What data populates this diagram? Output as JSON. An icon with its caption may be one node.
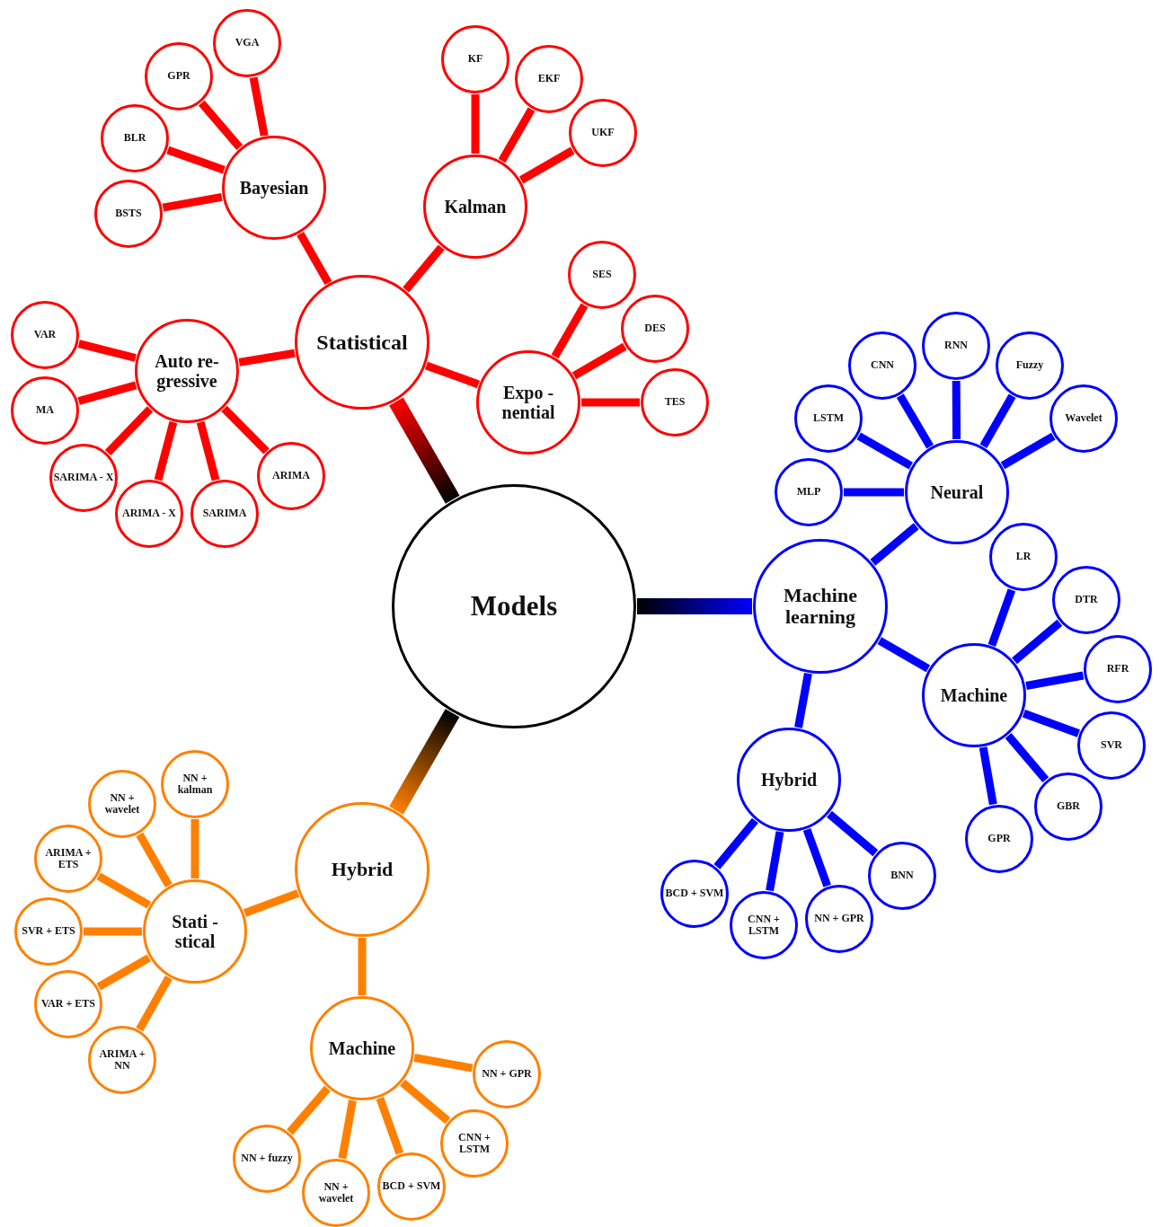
{
  "diagram": {
    "nodes": [
      {
        "text": [
          "Models"
        ]
      },
      {
        "text": [
          "Statistical"
        ]
      },
      {
        "text": [
          "Bayesian"
        ]
      },
      {
        "text": [
          "VGA"
        ]
      },
      {
        "text": [
          "GPR"
        ]
      },
      {
        "text": [
          "BLR"
        ]
      },
      {
        "text": [
          "BSTS"
        ]
      },
      {
        "text": [
          "Kalman"
        ]
      },
      {
        "text": [
          "KF"
        ]
      },
      {
        "text": [
          "EKF"
        ]
      },
      {
        "text": [
          "UKF"
        ]
      },
      {
        "text": [
          "Auto re- gressive"
        ]
      },
      {
        "text": [
          "VAR"
        ]
      },
      {
        "text": [
          "MA"
        ]
      },
      {
        "text": [
          "SARIMA - X"
        ]
      },
      {
        "text": [
          "ARIMA - X"
        ]
      },
      {
        "text": [
          "SARIMA"
        ]
      },
      {
        "text": [
          "ARIMA"
        ]
      },
      {
        "text": [
          "Expo - nential"
        ]
      },
      {
        "text": [
          "SES"
        ]
      },
      {
        "text": [
          "DES"
        ]
      },
      {
        "text": [
          "TES"
        ]
      },
      {
        "text": [
          "Machine learning"
        ]
      },
      {
        "text": [
          "Neural"
        ]
      },
      {
        "text": [
          "MLP"
        ]
      },
      {
        "text": [
          "LSTM"
        ]
      },
      {
        "text": [
          "CNN"
        ]
      },
      {
        "text": [
          "RNN"
        ]
      },
      {
        "text": [
          "Fuzzy"
        ]
      },
      {
        "text": [
          "Wavelet"
        ]
      },
      {
        "text": [
          "Machine"
        ]
      },
      {
        "text": [
          "LR"
        ]
      },
      {
        "text": [
          "DTR"
        ]
      },
      {
        "text": [
          "RFR"
        ]
      },
      {
        "text": [
          "SVR"
        ]
      },
      {
        "text": [
          "GBR"
        ]
      },
      {
        "text": [
          "GPR"
        ]
      },
      {
        "text": [
          "Hybrid"
        ]
      },
      {
        "text": [
          "BCD + SVM"
        ]
      },
      {
        "text": [
          "CNN + LSTM"
        ]
      },
      {
        "text": [
          "NN + GPR"
        ]
      },
      {
        "text": [
          "BNN"
        ]
      },
      {
        "text": [
          "Hybrid"
        ]
      },
      {
        "text": [
          "Stati - stical"
        ]
      },
      {
        "text": [
          "NN + kalman"
        ]
      },
      {
        "text": [
          "NN + wavelet"
        ]
      },
      {
        "text": [
          "ARIMA + ETS"
        ]
      },
      {
        "text": [
          "SVR + ETS"
        ]
      },
      {
        "text": [
          "VAR + ETS"
        ]
      },
      {
        "text": [
          "ARIMA + NN"
        ]
      },
      {
        "text": [
          "Machine"
        ]
      },
      {
        "text": [
          "NN + GPR"
        ]
      },
      {
        "text": [
          "CNN + LSTM"
        ]
      },
      {
        "text": [
          "BCD + SVM"
        ]
      },
      {
        "text": [
          "NN + wavelet"
        ]
      },
      {
        "text": [
          "NN + fuzzy"
        ]
      }
    ],
    "edges": [
      {
        "from": 0,
        "to": 1,
        "arrow": "none",
        "style": "thick",
        "color": "#ff0000"
      },
      {
        "from": 1,
        "to": 2,
        "arrow": "none",
        "color": "#ff0000"
      },
      {
        "from": 2,
        "to": 3,
        "arrow": "none",
        "color": "#ff0000"
      },
      {
        "from": 2,
        "to": 4,
        "arrow": "none",
        "color": "#ff0000"
      },
      {
        "from": 2,
        "to": 5,
        "arrow": "none",
        "color": "#ff0000"
      },
      {
        "from": 2,
        "to": 6,
        "arrow": "none",
        "color": "#ff0000"
      },
      {
        "from": 1,
        "to": 7,
        "arrow": "none",
        "color": "#ff0000"
      },
      {
        "from": 7,
        "to": 8,
        "arrow": "none",
        "color": "#ff0000"
      },
      {
        "from": 7,
        "to": 9,
        "arrow": "none",
        "color": "#ff0000"
      },
      {
        "from": 7,
        "to": 10,
        "arrow": "none",
        "color": "#ff0000"
      },
      {
        "from": 1,
        "to": 11,
        "arrow": "none",
        "color": "#ff0000"
      },
      {
        "from": 11,
        "to": 12,
        "arrow": "none",
        "color": "#ff0000"
      },
      {
        "from": 11,
        "to": 13,
        "arrow": "none",
        "color": "#ff0000"
      },
      {
        "from": 11,
        "to": 14,
        "arrow": "none",
        "color": "#ff0000"
      },
      {
        "from": 11,
        "to": 15,
        "arrow": "none",
        "color": "#ff0000"
      },
      {
        "from": 11,
        "to": 16,
        "arrow": "none",
        "color": "#ff0000"
      },
      {
        "from": 11,
        "to": 17,
        "arrow": "none",
        "color": "#ff0000"
      },
      {
        "from": 1,
        "to": 18,
        "arrow": "none",
        "color": "#ff0000"
      },
      {
        "from": 18,
        "to": 19,
        "arrow": "none",
        "color": "#ff0000"
      },
      {
        "from": 18,
        "to": 20,
        "arrow": "none",
        "color": "#ff0000"
      },
      {
        "from": 18,
        "to": 21,
        "arrow": "none",
        "color": "#ff0000"
      },
      {
        "from": 0,
        "to": 22,
        "arrow": "none",
        "style": "thick",
        "color": "#0000ff"
      },
      {
        "from": 22,
        "to": 23,
        "arrow": "none",
        "color": "#0000ff"
      },
      {
        "from": 23,
        "to": 24,
        "arrow": "none",
        "color": "#0000ff"
      },
      {
        "from": 23,
        "to": 25,
        "arrow": "none",
        "color": "#0000ff"
      },
      {
        "from": 23,
        "to": 26,
        "arrow": "none",
        "color": "#0000ff"
      },
      {
        "from": 23,
        "to": 27,
        "arrow": "none",
        "color": "#0000ff"
      },
      {
        "from": 23,
        "to": 28,
        "arrow": "none",
        "color": "#0000ff"
      },
      {
        "from": 23,
        "to": 29,
        "arrow": "none",
        "color": "#0000ff"
      },
      {
        "from": 22,
        "to": 30,
        "arrow": "none",
        "color": "#0000ff"
      },
      {
        "from": 30,
        "to": 31,
        "arrow": "none",
        "color": "#0000ff"
      },
      {
        "from": 30,
        "to": 32,
        "arrow": "none",
        "color": "#0000ff"
      },
      {
        "from": 30,
        "to": 33,
        "arrow": "none",
        "color": "#0000ff"
      },
      {
        "from": 30,
        "to": 34,
        "arrow": "none",
        "color": "#0000ff"
      },
      {
        "from": 30,
        "to": 35,
        "arrow": "none",
        "color": "#0000ff"
      },
      {
        "from": 30,
        "to": 36,
        "arrow": "none",
        "color": "#0000ff"
      },
      {
        "from": 22,
        "to": 37,
        "arrow": "none",
        "color": "#0000ff"
      },
      {
        "from": 37,
        "to": 38,
        "arrow": "none",
        "color": "#0000ff"
      },
      {
        "from": 37,
        "to": 39,
        "arrow": "none",
        "color": "#0000ff"
      },
      {
        "from": 37,
        "to": 40,
        "arrow": "none",
        "color": "#0000ff"
      },
      {
        "from": 37,
        "to": 41,
        "arrow": "none",
        "color": "#0000ff"
      },
      {
        "from": 0,
        "to": 42,
        "arrow": "none",
        "style": "thick",
        "color": "#ff8000"
      },
      {
        "from": 42,
        "to": 43,
        "arrow": "none",
        "color": "#ff8000"
      },
      {
        "from": 43,
        "to": 44,
        "arrow": "none",
        "color": "#ff8000"
      },
      {
        "from": 43,
        "to": 45,
        "arrow": "none",
        "color": "#ff8000"
      },
      {
        "from": 43,
        "to": 46,
        "arrow": "none",
        "color": "#ff8000"
      },
      {
        "from": 43,
        "to": 47,
        "arrow": "none",
        "color": "#ff8000"
      },
      {
        "from": 43,
        "to": 48,
        "arrow": "none",
        "color": "#ff8000"
      },
      {
        "from": 43,
        "to": 49,
        "arrow": "none",
        "color": "#ff8000"
      },
      {
        "from": 42,
        "to": 50,
        "arrow": "none",
        "color": "#ff8000"
      },
      {
        "from": 50,
        "to": 51,
        "arrow": "none",
        "color": "#ff8000"
      },
      {
        "from": 50,
        "to": 52,
        "arrow": "none",
        "color": "#ff8000"
      },
      {
        "from": 50,
        "to": 53,
        "arrow": "none",
        "color": "#ff8000"
      },
      {
        "from": 50,
        "to": 54,
        "arrow": "none",
        "color": "#ff8000"
      },
      {
        "from": 50,
        "to": 55,
        "arrow": "none",
        "color": "#ff8000"
      }
    ]
  }
}
